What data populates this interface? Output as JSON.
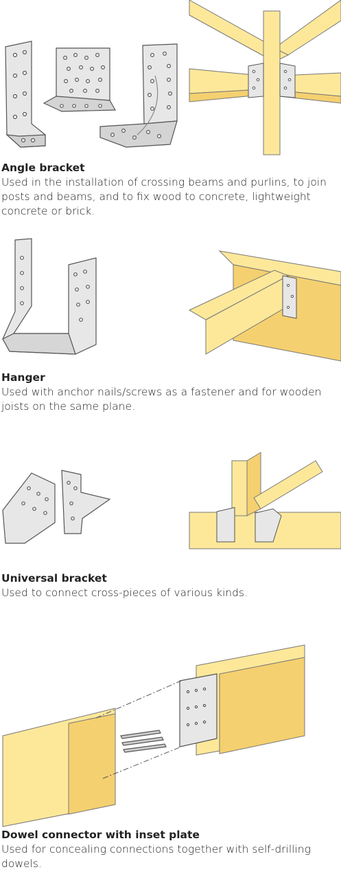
{
  "colors": {
    "wood": "#fde89a",
    "wood_dark": "#f5d070",
    "metal": "#e7e7e7",
    "metal_dark": "#bdbdbd",
    "outline": "#555555"
  },
  "sections": [
    {
      "title": "Angle bracket",
      "description": "Used in the installation of crossing beams and purlins, to join posts and beams, and to fix wood to concrete, lightweight concrete or brick."
    },
    {
      "title": "Hanger",
      "description": "Used with anchor nails/screws as a fastener and for wooden joists on the same plane."
    },
    {
      "title": "Universal bracket",
      "description": "Used to connect cross-pieces of various kinds."
    },
    {
      "title": "Dowel connector with inset plate",
      "description": "Used for concealing connections together with self-drilling dowels."
    }
  ]
}
